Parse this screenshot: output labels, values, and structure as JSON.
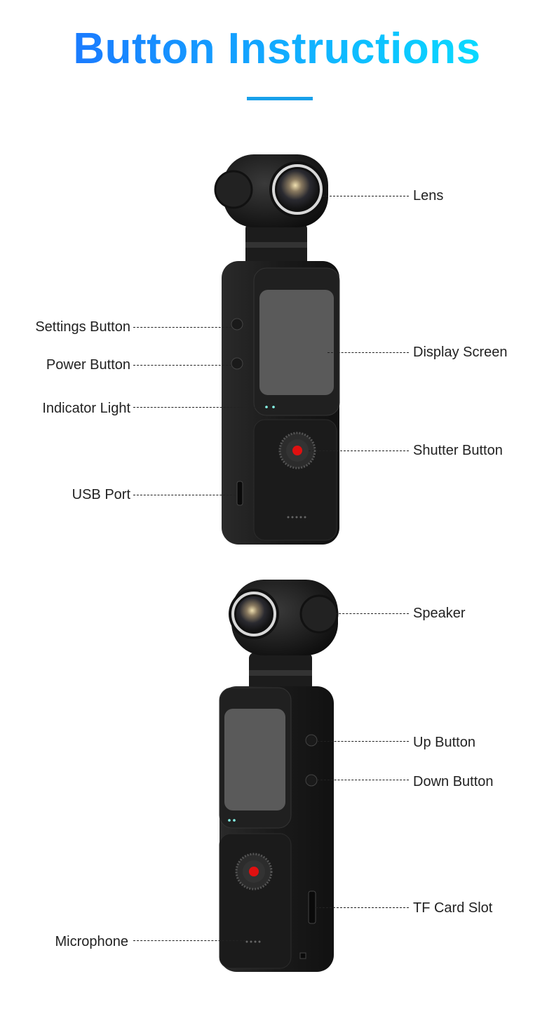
{
  "title": "Button Instructions",
  "colors": {
    "title_start": "#1a7dff",
    "title_end": "#0ad8ff",
    "rule": "#18a0ea",
    "shutter_dot": "#e01010"
  },
  "front_view": {
    "labels": {
      "lens": "Lens",
      "settings_button": "Settings Button",
      "power_button": "Power Button",
      "indicator_light": "Indicator Light",
      "usb_port": "USB Port",
      "display_screen": "Display Screen",
      "shutter_button": "Shutter Button"
    }
  },
  "back_view": {
    "labels": {
      "speaker": "Speaker",
      "up_button": "Up Button",
      "down_button": "Down Button",
      "tf_card_slot": "TF Card Slot",
      "microphone": "Microphone"
    }
  }
}
